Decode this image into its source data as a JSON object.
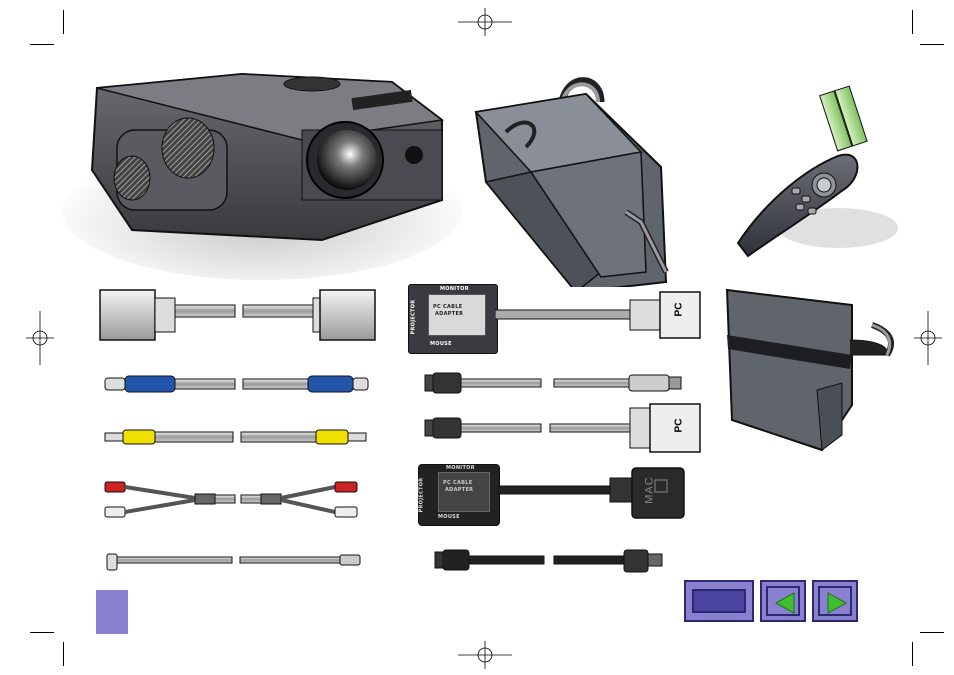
{
  "page": {
    "title": ""
  },
  "colors": {
    "nav_fill": "#8a80d0",
    "nav_border": "#2c2a6e",
    "arrow_green": "#3fbf2f",
    "side_tab": "#8a80d0"
  },
  "adapters": {
    "pc": {
      "top": "MONITOR",
      "left": "PROJECTOR",
      "bottom": "MOUSE",
      "label_line1": "PC CABLE",
      "label_line2": "ADAPTER",
      "connector_label": "PC"
    },
    "mac": {
      "top": "MONITOR",
      "left": "PROJECTOR",
      "bottom": "MOUSE",
      "label_line1": "PC CABLE",
      "label_line2": "ADAPTER",
      "connector_label": "MAC"
    }
  },
  "vga_labels": {
    "a": "PC",
    "b": "PC"
  },
  "nav": {
    "home_icon": "blank-button",
    "prev_icon": "triangle-left",
    "next_icon": "triangle-right"
  }
}
